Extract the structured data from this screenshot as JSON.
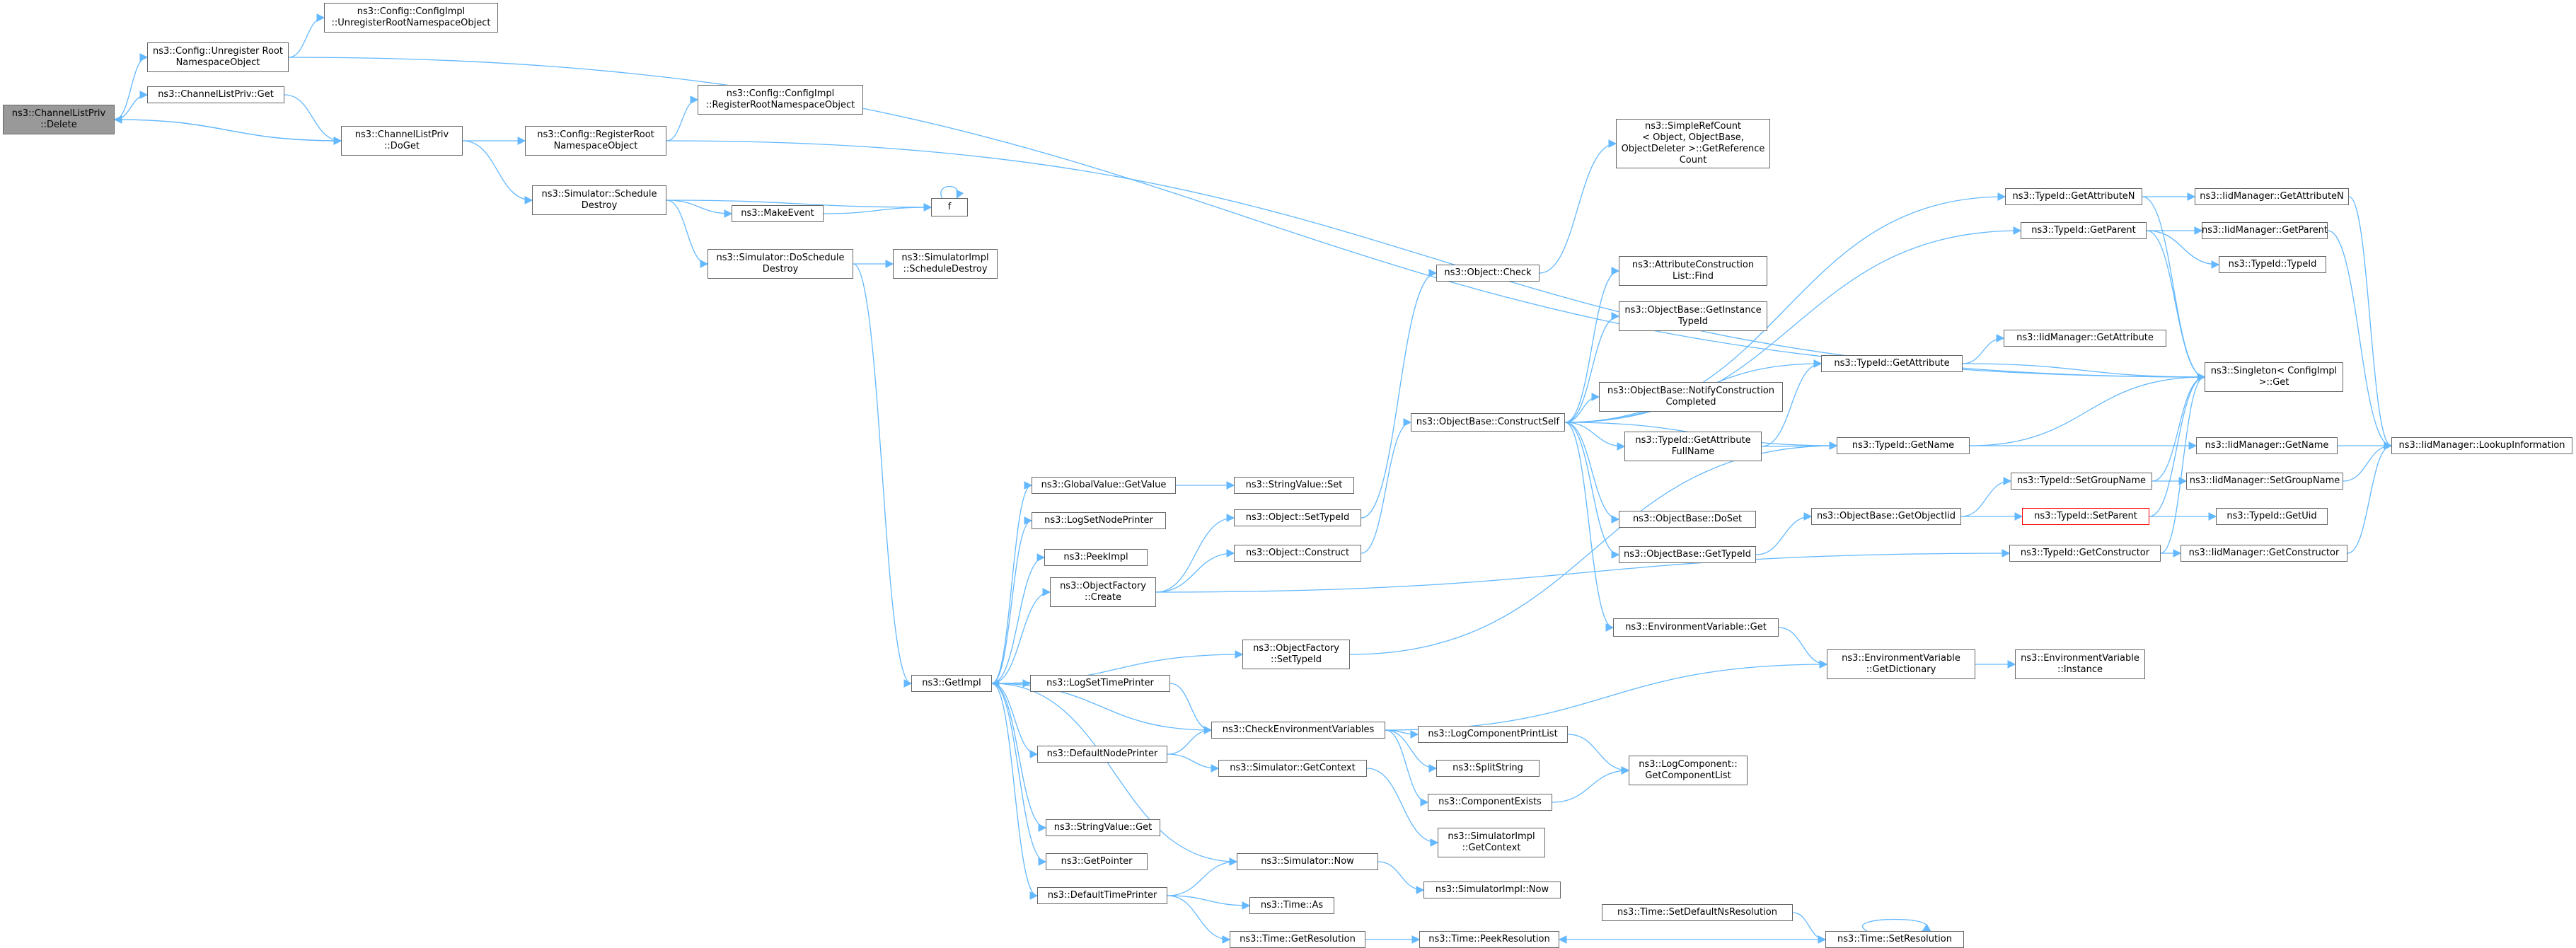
{
  "colors": {
    "edge": "#63b8ff",
    "node_border": "#666666",
    "root_fill": "#999999",
    "warn_border": "#ff0000"
  },
  "nodes": [
    {
      "id": "delete",
      "lines": [
        "ns3::ChannelListPriv",
        "::Delete"
      ],
      "kind": "root"
    },
    {
      "id": "unreg_cfg",
      "lines": [
        "ns3::Config::Unregister Root",
        "NamespaceObject"
      ]
    },
    {
      "id": "unreg_impl",
      "lines": [
        "ns3::Config::ConfigImpl",
        "::UnregisterRootNamespaceObject"
      ]
    },
    {
      "id": "clp_get",
      "lines": [
        "ns3::ChannelListPriv::Get"
      ]
    },
    {
      "id": "doget",
      "lines": [
        "ns3::ChannelListPriv",
        "::DoGet"
      ]
    },
    {
      "id": "reg_cfg",
      "lines": [
        "ns3::Config::RegisterRoot",
        "NamespaceObject"
      ]
    },
    {
      "id": "reg_impl",
      "lines": [
        "ns3::Config::ConfigImpl",
        "::RegisterRootNamespaceObject"
      ]
    },
    {
      "id": "sim_sched",
      "lines": [
        "ns3::Simulator::Schedule",
        "Destroy"
      ]
    },
    {
      "id": "makeevent",
      "lines": [
        "ns3::MakeEvent"
      ]
    },
    {
      "id": "f",
      "lines": [
        "f"
      ]
    },
    {
      "id": "sim_dosched",
      "lines": [
        "ns3::Simulator::DoSchedule",
        "Destroy"
      ]
    },
    {
      "id": "simimpl_sched",
      "lines": [
        "ns3::SimulatorImpl",
        "::ScheduleDestroy"
      ]
    },
    {
      "id": "srcount",
      "lines": [
        "ns3::SimpleRefCount",
        "< Object, ObjectBase,",
        "ObjectDeleter >::GetReference",
        "Count"
      ]
    },
    {
      "id": "obj_check",
      "lines": [
        "ns3::Object::Check"
      ]
    },
    {
      "id": "attr_find",
      "lines": [
        "ns3::AttributeConstruction",
        "List::Find"
      ]
    },
    {
      "id": "ob_getinst",
      "lines": [
        "ns3::ObjectBase::GetInstance",
        "TypeId"
      ]
    },
    {
      "id": "ob_notify",
      "lines": [
        "ns3::ObjectBase::NotifyConstruction",
        "Completed"
      ]
    },
    {
      "id": "ob_construct",
      "lines": [
        "ns3::ObjectBase::ConstructSelf"
      ]
    },
    {
      "id": "tid_getattrfull",
      "lines": [
        "ns3::TypeId::GetAttribute",
        "FullName"
      ]
    },
    {
      "id": "ob_doset",
      "lines": [
        "ns3::ObjectBase::DoSet"
      ]
    },
    {
      "id": "ob_gettid",
      "lines": [
        "ns3::ObjectBase::GetTypeId"
      ]
    },
    {
      "id": "env_get",
      "lines": [
        "ns3::EnvironmentVariable::Get"
      ]
    },
    {
      "id": "tid_getattrn",
      "lines": [
        "ns3::TypeId::GetAttributeN"
      ]
    },
    {
      "id": "iid_getattrn",
      "lines": [
        "ns3::IidManager::GetAttributeN"
      ]
    },
    {
      "id": "tid_getparent",
      "lines": [
        "ns3::TypeId::GetParent"
      ]
    },
    {
      "id": "iid_getparent",
      "lines": [
        "ns3::IidManager::GetParent"
      ]
    },
    {
      "id": "tid_typeid",
      "lines": [
        "ns3::TypeId::TypeId"
      ]
    },
    {
      "id": "tid_getattr",
      "lines": [
        "ns3::TypeId::GetAttribute"
      ]
    },
    {
      "id": "iid_getattr",
      "lines": [
        "ns3::IidManager::GetAttribute"
      ]
    },
    {
      "id": "singleton",
      "lines": [
        "ns3::Singleton< ConfigImpl",
        ">::Get"
      ]
    },
    {
      "id": "tid_getname",
      "lines": [
        "ns3::TypeId::GetName"
      ]
    },
    {
      "id": "iid_getname",
      "lines": [
        "ns3::IidManager::GetName"
      ]
    },
    {
      "id": "iid_lookup",
      "lines": [
        "ns3::IidManager::LookupInformation"
      ]
    },
    {
      "id": "tid_setgroup",
      "lines": [
        "ns3::TypeId::SetGroupName"
      ]
    },
    {
      "id": "iid_setgroup",
      "lines": [
        "ns3::IidManager::SetGroupName"
      ]
    },
    {
      "id": "ob_getoid",
      "lines": [
        "ns3::ObjectBase::GetObjectIid"
      ]
    },
    {
      "id": "tid_setparent",
      "lines": [
        "ns3::TypeId::SetParent"
      ],
      "kind": "warn"
    },
    {
      "id": "tid_getuid",
      "lines": [
        "ns3::TypeId::GetUid"
      ]
    },
    {
      "id": "tid_getctor",
      "lines": [
        "ns3::TypeId::GetConstructor"
      ]
    },
    {
      "id": "iid_getctor",
      "lines": [
        "ns3::IidManager::GetConstructor"
      ]
    },
    {
      "id": "gv_getvalue",
      "lines": [
        "ns3::GlobalValue::GetValue"
      ]
    },
    {
      "id": "sv_set",
      "lines": [
        "ns3::StringValue::Set"
      ]
    },
    {
      "id": "log_setnode",
      "lines": [
        "ns3::LogSetNodePrinter"
      ]
    },
    {
      "id": "obj_settid",
      "lines": [
        "ns3::Object::SetTypeId"
      ]
    },
    {
      "id": "peekimpl",
      "lines": [
        "ns3::PeekImpl"
      ]
    },
    {
      "id": "obj_construct",
      "lines": [
        "ns3::Object::Construct"
      ]
    },
    {
      "id": "of_create",
      "lines": [
        "ns3::ObjectFactory",
        "::Create"
      ]
    },
    {
      "id": "getimpl",
      "lines": [
        "ns3::GetImpl"
      ]
    },
    {
      "id": "of_settid",
      "lines": [
        "ns3::ObjectFactory",
        "::SetTypeId"
      ]
    },
    {
      "id": "log_settime",
      "lines": [
        "ns3::LogSetTimePrinter"
      ]
    },
    {
      "id": "env_getdict",
      "lines": [
        "ns3::EnvironmentVariable",
        "::GetDictionary"
      ]
    },
    {
      "id": "env_inst",
      "lines": [
        "ns3::EnvironmentVariable",
        "::Instance"
      ]
    },
    {
      "id": "check_env",
      "lines": [
        "ns3::CheckEnvironmentVariables"
      ]
    },
    {
      "id": "logcomp_print",
      "lines": [
        "ns3::LogComponentPrintList"
      ]
    },
    {
      "id": "def_node",
      "lines": [
        "ns3::DefaultNodePrinter"
      ]
    },
    {
      "id": "sim_getctx",
      "lines": [
        "ns3::Simulator::GetContext"
      ]
    },
    {
      "id": "splitstring",
      "lines": [
        "ns3::SplitString"
      ]
    },
    {
      "id": "logcomp_getlist",
      "lines": [
        "ns3::LogComponent::",
        "GetComponentList"
      ]
    },
    {
      "id": "comp_exists",
      "lines": [
        "ns3::ComponentExists"
      ]
    },
    {
      "id": "simimpl_getctx",
      "lines": [
        "ns3::SimulatorImpl",
        "::GetContext"
      ]
    },
    {
      "id": "sv_get",
      "lines": [
        "ns3::StringValue::Get"
      ]
    },
    {
      "id": "getpointer",
      "lines": [
        "ns3::GetPointer"
      ]
    },
    {
      "id": "sim_now",
      "lines": [
        "ns3::Simulator::Now"
      ]
    },
    {
      "id": "simimpl_now",
      "lines": [
        "ns3::SimulatorImpl::Now"
      ]
    },
    {
      "id": "def_time",
      "lines": [
        "ns3::DefaultTimePrinter"
      ]
    },
    {
      "id": "time_as",
      "lines": [
        "ns3::Time::As"
      ]
    },
    {
      "id": "time_setdefns",
      "lines": [
        "ns3::Time::SetDefaultNsResolution"
      ]
    },
    {
      "id": "time_getres",
      "lines": [
        "ns3::Time::GetResolution"
      ]
    },
    {
      "id": "time_peekres",
      "lines": [
        "ns3::Time::PeekResolution"
      ]
    },
    {
      "id": "time_setres",
      "lines": [
        "ns3::Time::SetResolution"
      ]
    }
  ],
  "edges": [
    [
      "delete",
      "unreg_cfg"
    ],
    [
      "delete",
      "clp_get"
    ],
    [
      "delete",
      "doget"
    ],
    [
      "doget",
      "delete"
    ],
    [
      "unreg_cfg",
      "unreg_impl"
    ],
    [
      "unreg_cfg",
      "singleton"
    ],
    [
      "clp_get",
      "doget"
    ],
    [
      "doget",
      "reg_cfg"
    ],
    [
      "doget",
      "sim_sched"
    ],
    [
      "reg_cfg",
      "reg_impl"
    ],
    [
      "reg_cfg",
      "singleton"
    ],
    [
      "sim_sched",
      "f"
    ],
    [
      "sim_sched",
      "makeevent"
    ],
    [
      "sim_sched",
      "sim_dosched"
    ],
    [
      "makeevent",
      "f"
    ],
    [
      "f",
      "f"
    ],
    [
      "sim_dosched",
      "simimpl_sched"
    ],
    [
      "sim_dosched",
      "getimpl"
    ],
    [
      "obj_check",
      "srcount"
    ],
    [
      "ob_construct",
      "attr_find"
    ],
    [
      "ob_construct",
      "ob_getinst"
    ],
    [
      "ob_construct",
      "ob_notify"
    ],
    [
      "ob_construct",
      "tid_getattrfull"
    ],
    [
      "ob_construct",
      "ob_doset"
    ],
    [
      "ob_construct",
      "ob_gettid"
    ],
    [
      "ob_construct",
      "env_get"
    ],
    [
      "ob_construct",
      "tid_getattrn"
    ],
    [
      "ob_construct",
      "tid_getparent"
    ],
    [
      "ob_construct",
      "tid_getattr"
    ],
    [
      "ob_construct",
      "tid_getname"
    ],
    [
      "tid_getattrn",
      "iid_getattrn"
    ],
    [
      "tid_getattrn",
      "singleton"
    ],
    [
      "iid_getattrn",
      "iid_lookup"
    ],
    [
      "tid_getparent",
      "iid_getparent"
    ],
    [
      "tid_getparent",
      "tid_typeid"
    ],
    [
      "tid_getparent",
      "singleton"
    ],
    [
      "iid_getparent",
      "iid_lookup"
    ],
    [
      "tid_getattr",
      "iid_getattr"
    ],
    [
      "tid_getattr",
      "singleton"
    ],
    [
      "tid_getattrfull",
      "tid_getattr"
    ],
    [
      "tid_getattrfull",
      "tid_getname"
    ],
    [
      "tid_getname",
      "iid_getname"
    ],
    [
      "tid_getname",
      "singleton"
    ],
    [
      "iid_getname",
      "iid_lookup"
    ],
    [
      "ob_gettid",
      "ob_getoid"
    ],
    [
      "ob_getoid",
      "tid_setgroup"
    ],
    [
      "ob_getoid",
      "tid_setparent"
    ],
    [
      "tid_setgroup",
      "iid_setgroup"
    ],
    [
      "tid_setgroup",
      "singleton"
    ],
    [
      "iid_setgroup",
      "iid_lookup"
    ],
    [
      "tid_setparent",
      "tid_getuid"
    ],
    [
      "tid_setparent",
      "singleton"
    ],
    [
      "tid_getctor",
      "iid_getctor"
    ],
    [
      "tid_getctor",
      "singleton"
    ],
    [
      "iid_getctor",
      "iid_lookup"
    ],
    [
      "getimpl",
      "gv_getvalue"
    ],
    [
      "getimpl",
      "log_setnode"
    ],
    [
      "getimpl",
      "peekimpl"
    ],
    [
      "getimpl",
      "of_create"
    ],
    [
      "getimpl",
      "of_settid"
    ],
    [
      "getimpl",
      "log_settime"
    ],
    [
      "getimpl",
      "def_node"
    ],
    [
      "getimpl",
      "sv_get"
    ],
    [
      "getimpl",
      "getpointer"
    ],
    [
      "getimpl",
      "def_time"
    ],
    [
      "gv_getvalue",
      "sv_set"
    ],
    [
      "of_create",
      "obj_settid"
    ],
    [
      "of_create",
      "obj_construct"
    ],
    [
      "of_create",
      "tid_getctor"
    ],
    [
      "obj_settid",
      "obj_check"
    ],
    [
      "obj_construct",
      "ob_construct"
    ],
    [
      "of_settid",
      "tid_getname"
    ],
    [
      "log_settime",
      "check_env"
    ],
    [
      "check_env",
      "getimpl"
    ],
    [
      "check_env",
      "env_getdict"
    ],
    [
      "check_env",
      "logcomp_print"
    ],
    [
      "check_env",
      "splitstring"
    ],
    [
      "check_env",
      "comp_exists"
    ],
    [
      "env_get",
      "env_getdict"
    ],
    [
      "env_getdict",
      "env_inst"
    ],
    [
      "logcomp_print",
      "logcomp_getlist"
    ],
    [
      "comp_exists",
      "logcomp_getlist"
    ],
    [
      "def_node",
      "sim_getctx"
    ],
    [
      "def_node",
      "check_env"
    ],
    [
      "sim_getctx",
      "simimpl_getctx"
    ],
    [
      "def_time",
      "sim_now"
    ],
    [
      "def_time",
      "time_as"
    ],
    [
      "def_time",
      "time_getres"
    ],
    [
      "sim_now",
      "getimpl"
    ],
    [
      "sim_now",
      "simimpl_now"
    ],
    [
      "time_getres",
      "time_peekres"
    ],
    [
      "time_setdefns",
      "time_setres"
    ],
    [
      "time_setres",
      "time_peekres"
    ],
    [
      "time_setres",
      "time_setres"
    ]
  ]
}
